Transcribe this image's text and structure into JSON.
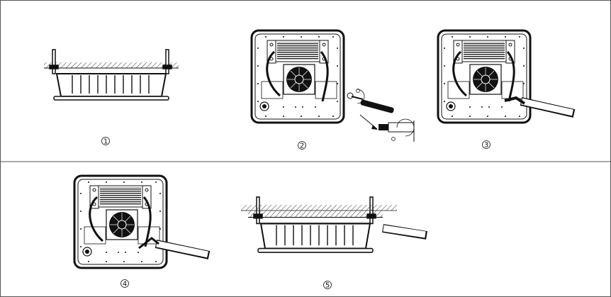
{
  "steps": [
    {
      "number": "1",
      "description": ""
    },
    {
      "number": "2",
      "description": ""
    },
    {
      "number": "3",
      "description": ""
    },
    {
      "number": "4",
      "description": ""
    },
    {
      "number": "5",
      "description": ""
    }
  ],
  "colors": {
    "line": "#111111",
    "background": "#ffffff",
    "heatsink": "#d0d0d0",
    "hatch": "#333333"
  }
}
